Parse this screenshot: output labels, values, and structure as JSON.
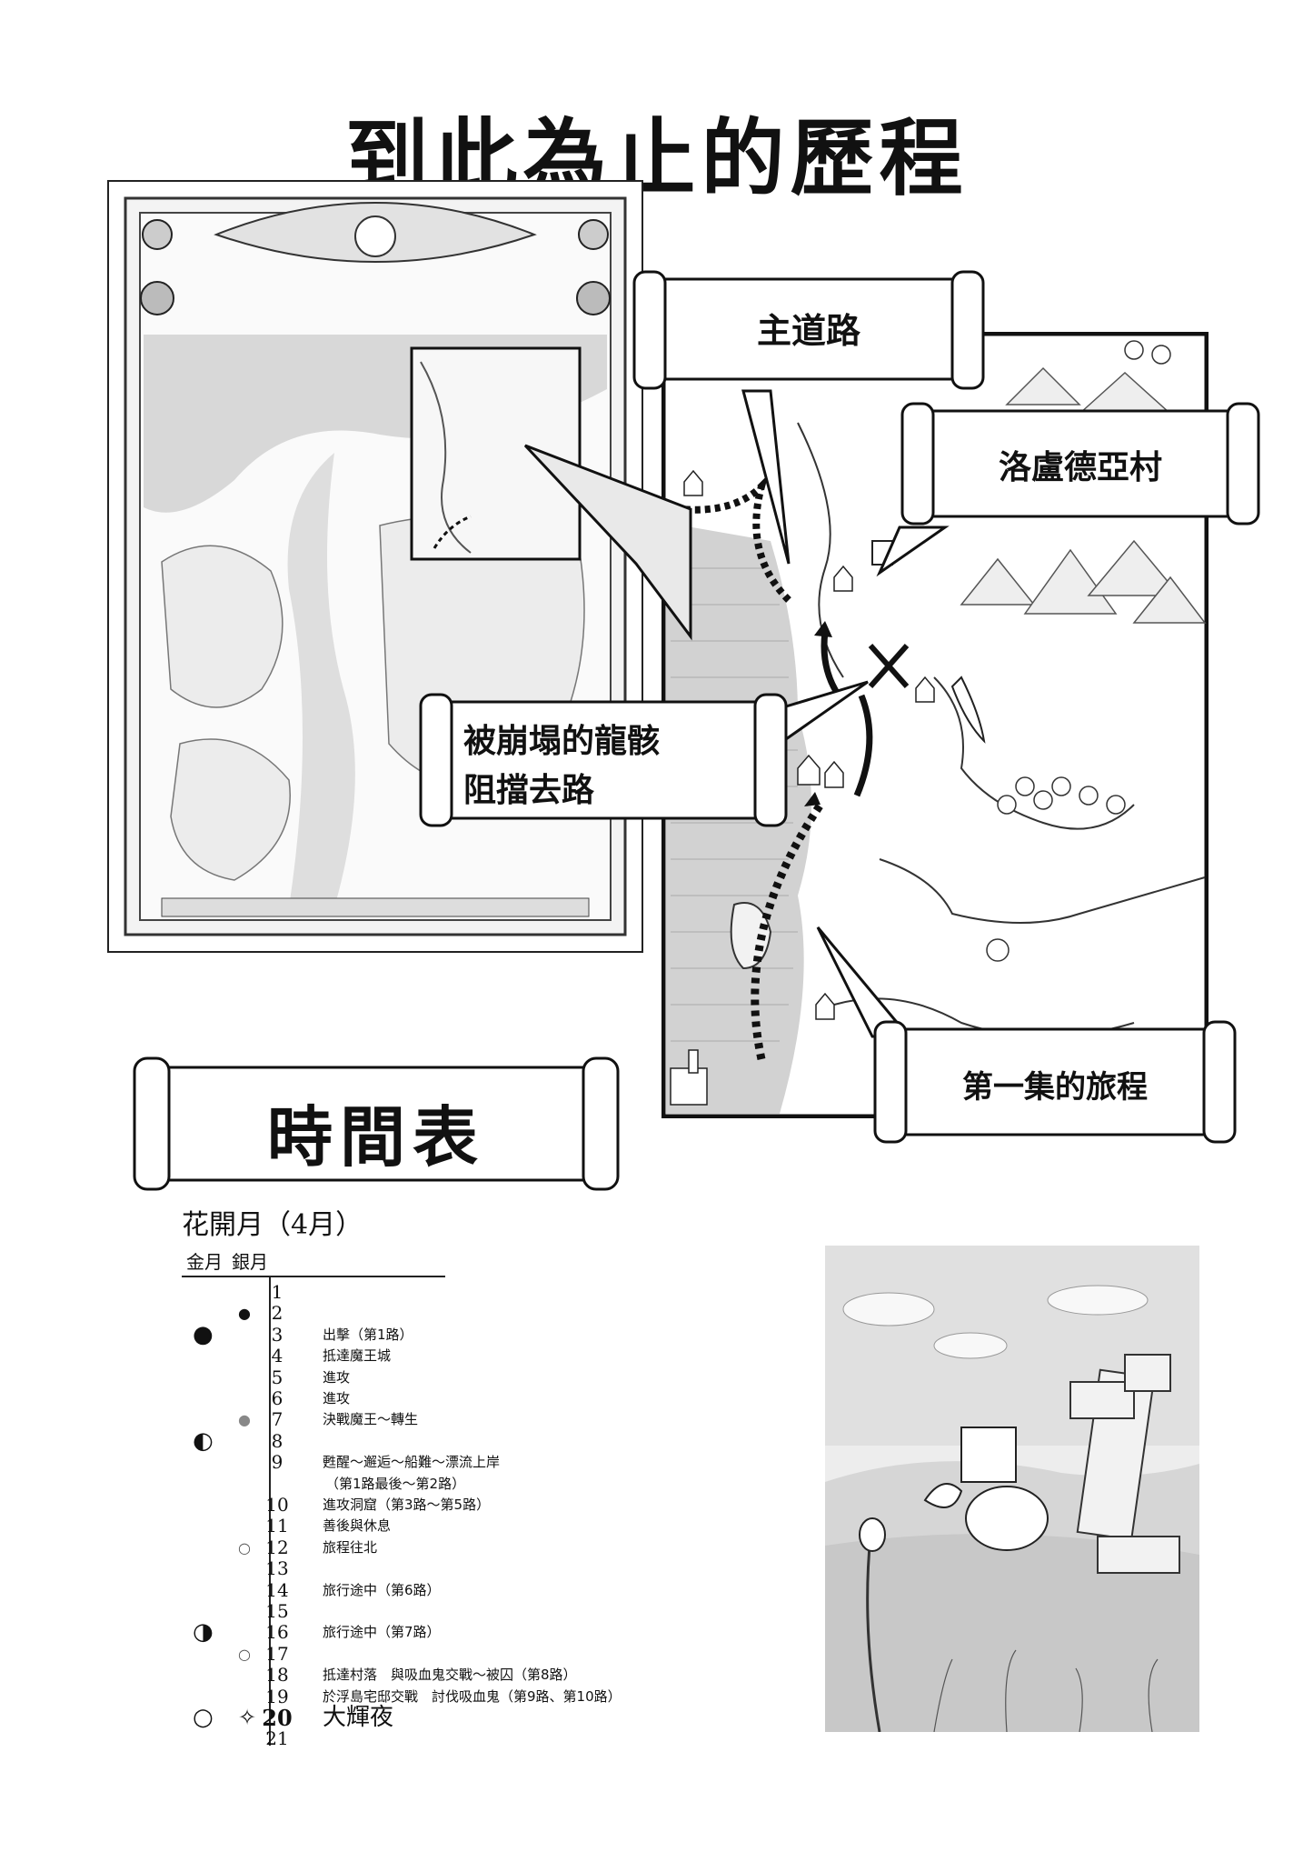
{
  "page": {
    "title": "到此為止的歷程"
  },
  "map": {
    "labels": {
      "main_road": "主道路",
      "village": "洛盧德亞村",
      "blocked": [
        "被崩塌的龍骸",
        "阻擋去路"
      ],
      "volume_journey": "第一集的旅程"
    }
  },
  "timetable": {
    "banner": "時間表",
    "month": "花開月（4月）",
    "col_gold": "金月",
    "col_silver": "銀月",
    "rows": [
      {
        "day": "1",
        "event": "",
        "gold": "",
        "silver": ""
      },
      {
        "day": "2",
        "event": "",
        "gold": "",
        "silver": "full-dot"
      },
      {
        "day": "3",
        "event": "出擊（第1路）",
        "gold": "new-moon",
        "silver": ""
      },
      {
        "day": "4",
        "event": "抵達魔王城",
        "gold": "",
        "silver": ""
      },
      {
        "day": "5",
        "event": "進攻",
        "gold": "",
        "silver": ""
      },
      {
        "day": "6",
        "event": "進攻",
        "gold": "",
        "silver": ""
      },
      {
        "day": "7",
        "event": "決戰魔王～轉生",
        "gold": "",
        "silver": "grey-dot"
      },
      {
        "day": "8",
        "event": "",
        "gold": "half-moon",
        "silver": ""
      },
      {
        "day": "9",
        "event": "甦醒～邂逅～船難～漂流上岸",
        "gold": "",
        "silver": ""
      },
      {
        "day": "",
        "event": "（第1路最後～第2路）",
        "gold": "",
        "silver": ""
      },
      {
        "day": "10",
        "event": "進攻洞窟（第3路～第5路）",
        "gold": "",
        "silver": ""
      },
      {
        "day": "11",
        "event": "善後與休息",
        "gold": "",
        "silver": ""
      },
      {
        "day": "12",
        "event": "旅程往北",
        "gold": "",
        "silver": "open-dot"
      },
      {
        "day": "13",
        "event": "",
        "gold": "",
        "silver": ""
      },
      {
        "day": "14",
        "event": "旅行途中（第6路）",
        "gold": "",
        "silver": ""
      },
      {
        "day": "15",
        "event": "",
        "gold": "",
        "silver": ""
      },
      {
        "day": "16",
        "event": "旅行途中（第7路）",
        "gold": "crescent",
        "silver": ""
      },
      {
        "day": "17",
        "event": "",
        "gold": "",
        "silver": "open-dot"
      },
      {
        "day": "18",
        "event": "抵達村落　與吸血鬼交戰～被囚（第8路）",
        "gold": "",
        "silver": ""
      },
      {
        "day": "19",
        "event": "於浮島宅邸交戰　討伐吸血鬼（第9路、第10路）",
        "gold": "",
        "silver": ""
      },
      {
        "day": "20",
        "event": "大輝夜",
        "gold": "full-moon",
        "silver": "sparkle",
        "highlight": true
      },
      {
        "day": "21",
        "event": "",
        "gold": "",
        "silver": ""
      }
    ]
  },
  "icons": [
    "scroll-banner-icon",
    "route-arrow-icon",
    "blocked-x-icon",
    "moon-phase-icon"
  ]
}
